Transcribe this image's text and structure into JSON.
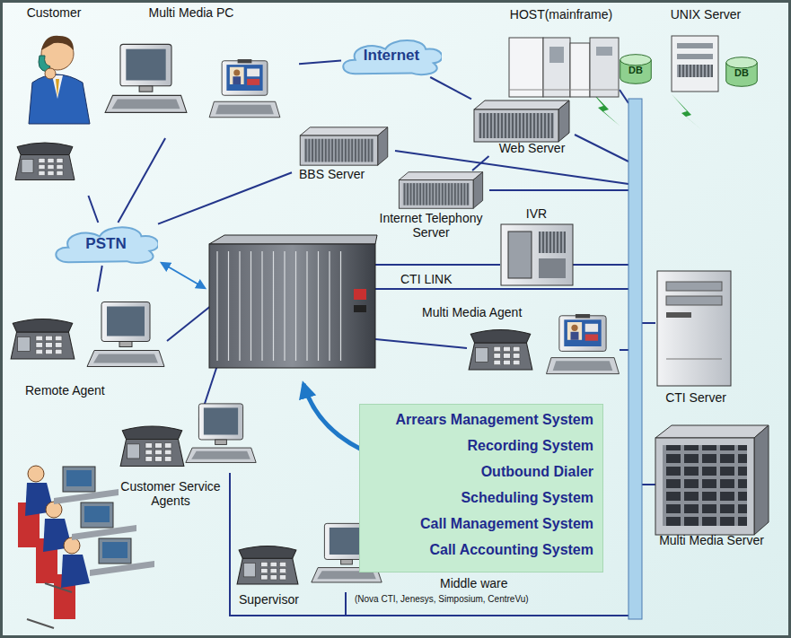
{
  "diagram": {
    "nodes": [
      {
        "text": [
          "Customer"
        ]
      },
      {
        "text": [
          "Multi Media PC"
        ]
      },
      {
        "text": [
          "Internet"
        ]
      },
      {
        "text": [
          "HOST(mainframe)"
        ]
      },
      {
        "text": [
          "DB"
        ]
      },
      {
        "text": [
          "UNIX Server"
        ]
      },
      {
        "text": [
          "DB"
        ]
      },
      {
        "text": [
          "Web Server"
        ]
      },
      {
        "text": [
          "BBS Server"
        ]
      },
      {
        "text": [
          "Internet Telephony Server"
        ]
      },
      {
        "text": [
          "IVR"
        ]
      },
      {
        "text": [
          "PSTN"
        ]
      },
      {
        "text": [
          "Multi Media Agent"
        ]
      },
      {
        "text": [
          "Remote Agent"
        ]
      },
      {
        "text": [
          "CTI Server"
        ]
      },
      {
        "text": [
          "Customer Service Agents"
        ]
      },
      {
        "text": [
          "Arrears Management System",
          "Recording System",
          "Outbound Dialer",
          "Scheduling System",
          "Call Management System",
          "Call Accounting System"
        ]
      },
      {
        "text": [
          "Multi Media Server"
        ]
      },
      {
        "text": [
          "Supervisor"
        ]
      }
    ],
    "edges": [
      {
        "from": 0,
        "to": 11,
        "arrow": "none"
      },
      {
        "from": 1,
        "to": 11,
        "arrow": "none"
      },
      {
        "from": 1,
        "to": 2,
        "arrow": "none"
      },
      {
        "from": 2,
        "to": 7,
        "arrow": "none"
      },
      {
        "from": 7,
        "to": 9,
        "arrow": "none"
      },
      {
        "from": 11,
        "to": 8,
        "arrow": "none"
      },
      {
        "from": 11,
        "to": 13,
        "arrow": "none"
      }
    ],
    "labels": [
      "CTI LINK",
      "Middle ware",
      "(Nova CTI, Jenesys, Simposium, CentreVu)"
    ]
  }
}
